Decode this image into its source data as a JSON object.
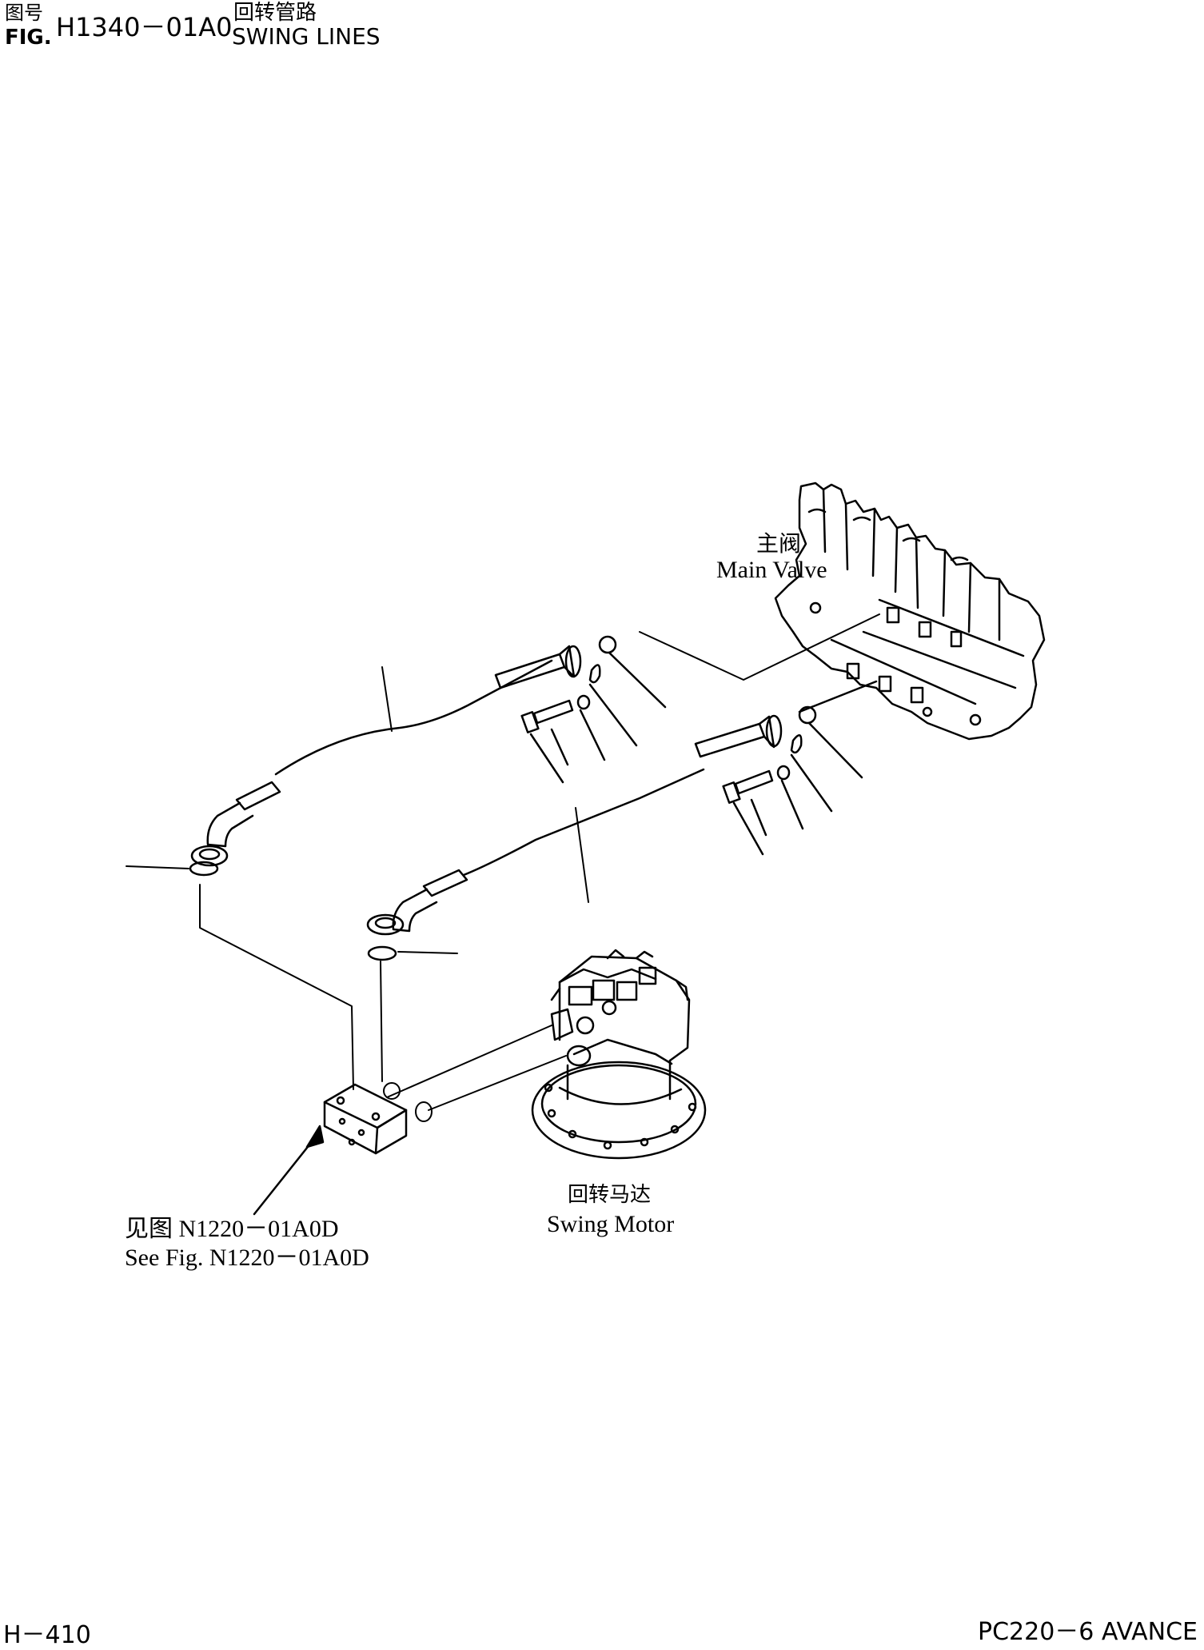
{
  "header": {
    "fig_cn": "图号",
    "fig_en": "FIG.",
    "fig_number": "H1340－01A0",
    "title_cn": "回转管路",
    "title_en": "SWING LINES"
  },
  "labels": {
    "main_valve_cn": "主阀",
    "main_valve_en": "Main Valve",
    "swing_motor_cn": "回转马达",
    "swing_motor_en": "Swing Motor",
    "see_fig_cn": "见图 N1220－01A0D",
    "see_fig_en": "See Fig. N1220－01A0D"
  },
  "footer": {
    "page": "H－410",
    "model": "PC220－6 AVANCE"
  }
}
